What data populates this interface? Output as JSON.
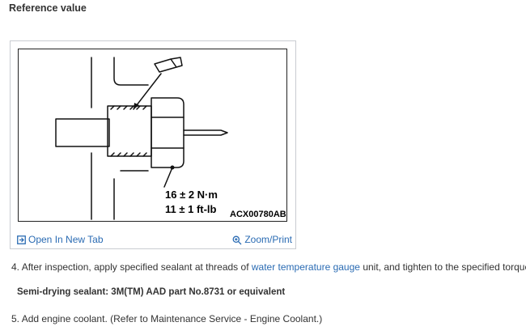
{
  "page": {
    "heading": "Reference value"
  },
  "figure": {
    "torque_nm": "16 ± 2 N·m",
    "torque_ftlb": "11 ± 1 ft-lb",
    "code": "ACX00780AB"
  },
  "card_links": {
    "open_label": "Open In New Tab",
    "zoom_label": "Zoom/Print",
    "open_icon": "open-in-new-tab-icon",
    "zoom_icon": "magnifier-zoom-icon"
  },
  "steps": [
    {
      "number": "4.",
      "text_before": "After inspection, apply specified sealant at threads of",
      "link_text": "water temperature gauge",
      "text_after": "unit, and tighten to the specified torque."
    },
    {
      "number": "5.",
      "text": "Add engine coolant. (Refer to Maintenance Service - Engine Coolant.)"
    }
  ],
  "sealant_note": "Semi-drying sealant: 3M(TM) AAD part No.8731 or equivalent",
  "colors": {
    "link": "#2a6bb3",
    "text": "#333333",
    "card_border": "#c9ccd1"
  }
}
